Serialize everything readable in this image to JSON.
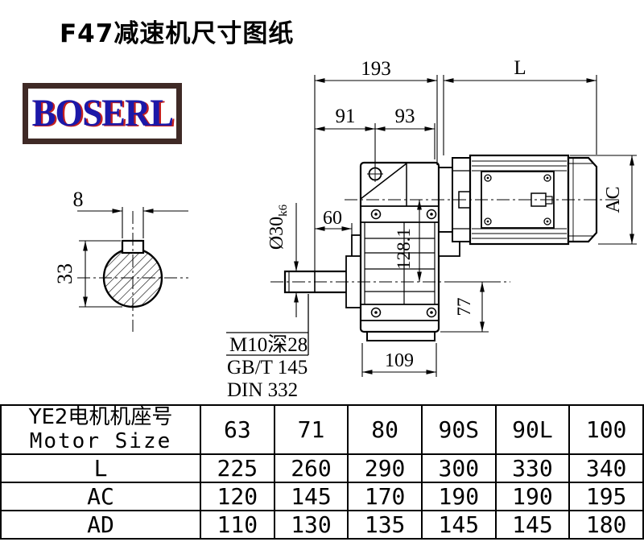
{
  "page": {
    "title": "F47减速机尺寸图纸",
    "logo": "BOSERL"
  },
  "drawing": {
    "dims": {
      "d193": "193",
      "dL": "L",
      "d91": "91",
      "d93": "93",
      "d60": "60",
      "shaft_dia": "Ø30",
      "shaft_fit": "k6",
      "d128": "128.1",
      "d77": "77",
      "d109": "109",
      "ac": "AC",
      "key_w": "8",
      "key_h": "33"
    },
    "notes": {
      "tap": "M10深28",
      "gb": "GB/T 145",
      "din": "DIN 332"
    }
  },
  "table": {
    "header_cn": "YE2电机机座号",
    "header_en": "Motor Size",
    "columns": [
      "63",
      "71",
      "80",
      "90S",
      "90L",
      "100"
    ],
    "rows": [
      {
        "label": "L",
        "values": [
          "225",
          "260",
          "290",
          "300",
          "330",
          "340"
        ]
      },
      {
        "label": "AC",
        "values": [
          "120",
          "145",
          "170",
          "190",
          "190",
          "195"
        ]
      },
      {
        "label": "AD",
        "values": [
          "110",
          "130",
          "135",
          "145",
          "145",
          "180"
        ]
      }
    ]
  },
  "colors": {
    "logo_border": "#3f2a26",
    "logo_text": "#1c18a8",
    "logo_shadow": "#c41f1f",
    "line": "#000000"
  }
}
